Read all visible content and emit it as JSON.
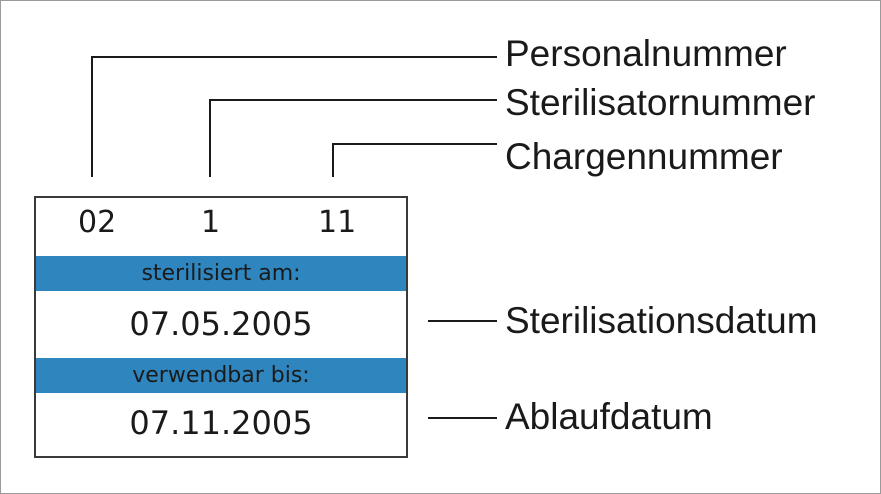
{
  "callouts": {
    "personalnummer": "Personalnummer",
    "sterilisatornummer": "Sterilisatornummer",
    "chargennummer": "Chargennummer",
    "sterilisationsdatum": "Sterilisationsdatum",
    "ablaufdatum": "Ablaufdatum"
  },
  "label": {
    "personalnummer": "02",
    "sterilisatornummer": "1",
    "chargennummer": "11",
    "sterilized_caption": "sterilisiert am:",
    "sterilized_date": "07.05.2005",
    "usable_caption": "verwendbar bis:",
    "usable_date": "07.11.2005"
  },
  "colors": {
    "band": "#2f86bf",
    "line": "#1a1a1a"
  }
}
